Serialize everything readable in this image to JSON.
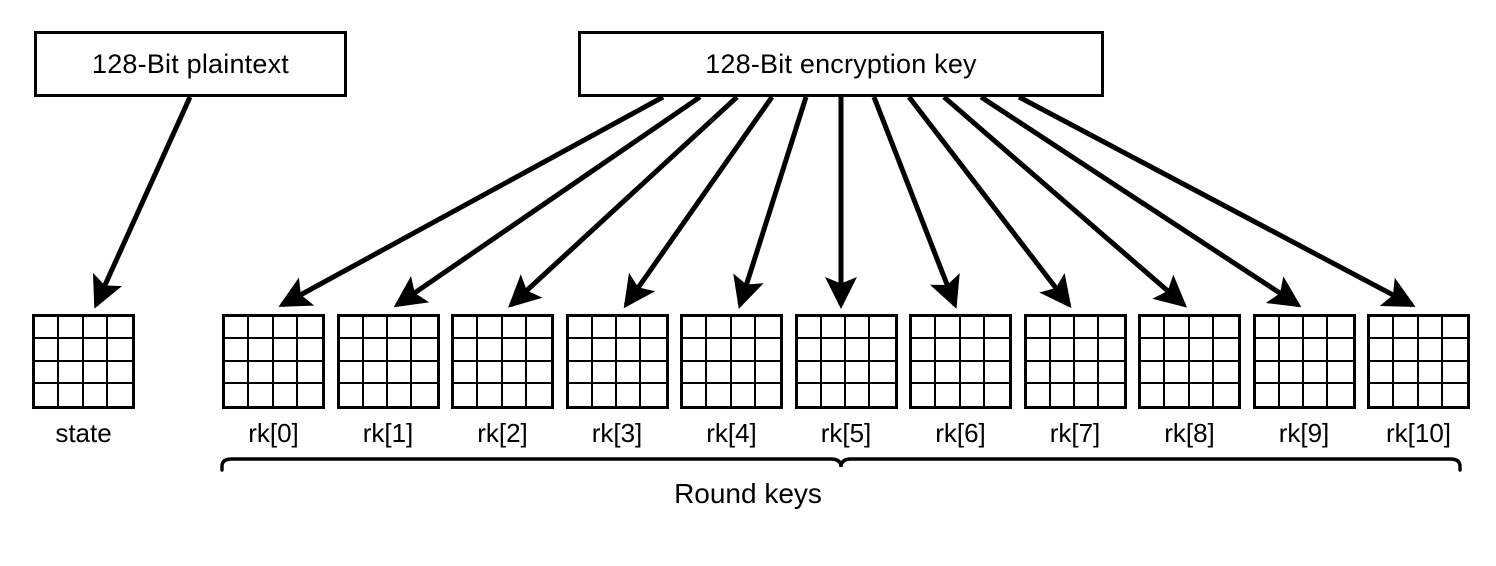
{
  "diagram": {
    "title": "AES 128-bit key expansion / state and round keys",
    "background_color": "#ffffff",
    "stroke_color": "#000000"
  },
  "boxes": {
    "plaintext": {
      "label": "128-Bit plaintext"
    },
    "encryption_key": {
      "label": "128-Bit encryption key"
    }
  },
  "state": {
    "label": "state",
    "grid_rows": 4,
    "grid_cols": 4
  },
  "round_keys": {
    "group_label": "Round keys",
    "grid_rows": 4,
    "grid_cols": 4,
    "items": [
      {
        "label": "rk[0]"
      },
      {
        "label": "rk[1]"
      },
      {
        "label": "rk[2]"
      },
      {
        "label": "rk[3]"
      },
      {
        "label": "rk[4]"
      },
      {
        "label": "rk[5]"
      },
      {
        "label": "rk[6]"
      },
      {
        "label": "rk[7]"
      },
      {
        "label": "rk[8]"
      },
      {
        "label": "rk[9]"
      },
      {
        "label": "rk[10]"
      }
    ]
  },
  "arrows": {
    "plaintext_to_state": {
      "name": "plaintext-to-state-arrow"
    },
    "key_to_round_keys_count": 11
  }
}
